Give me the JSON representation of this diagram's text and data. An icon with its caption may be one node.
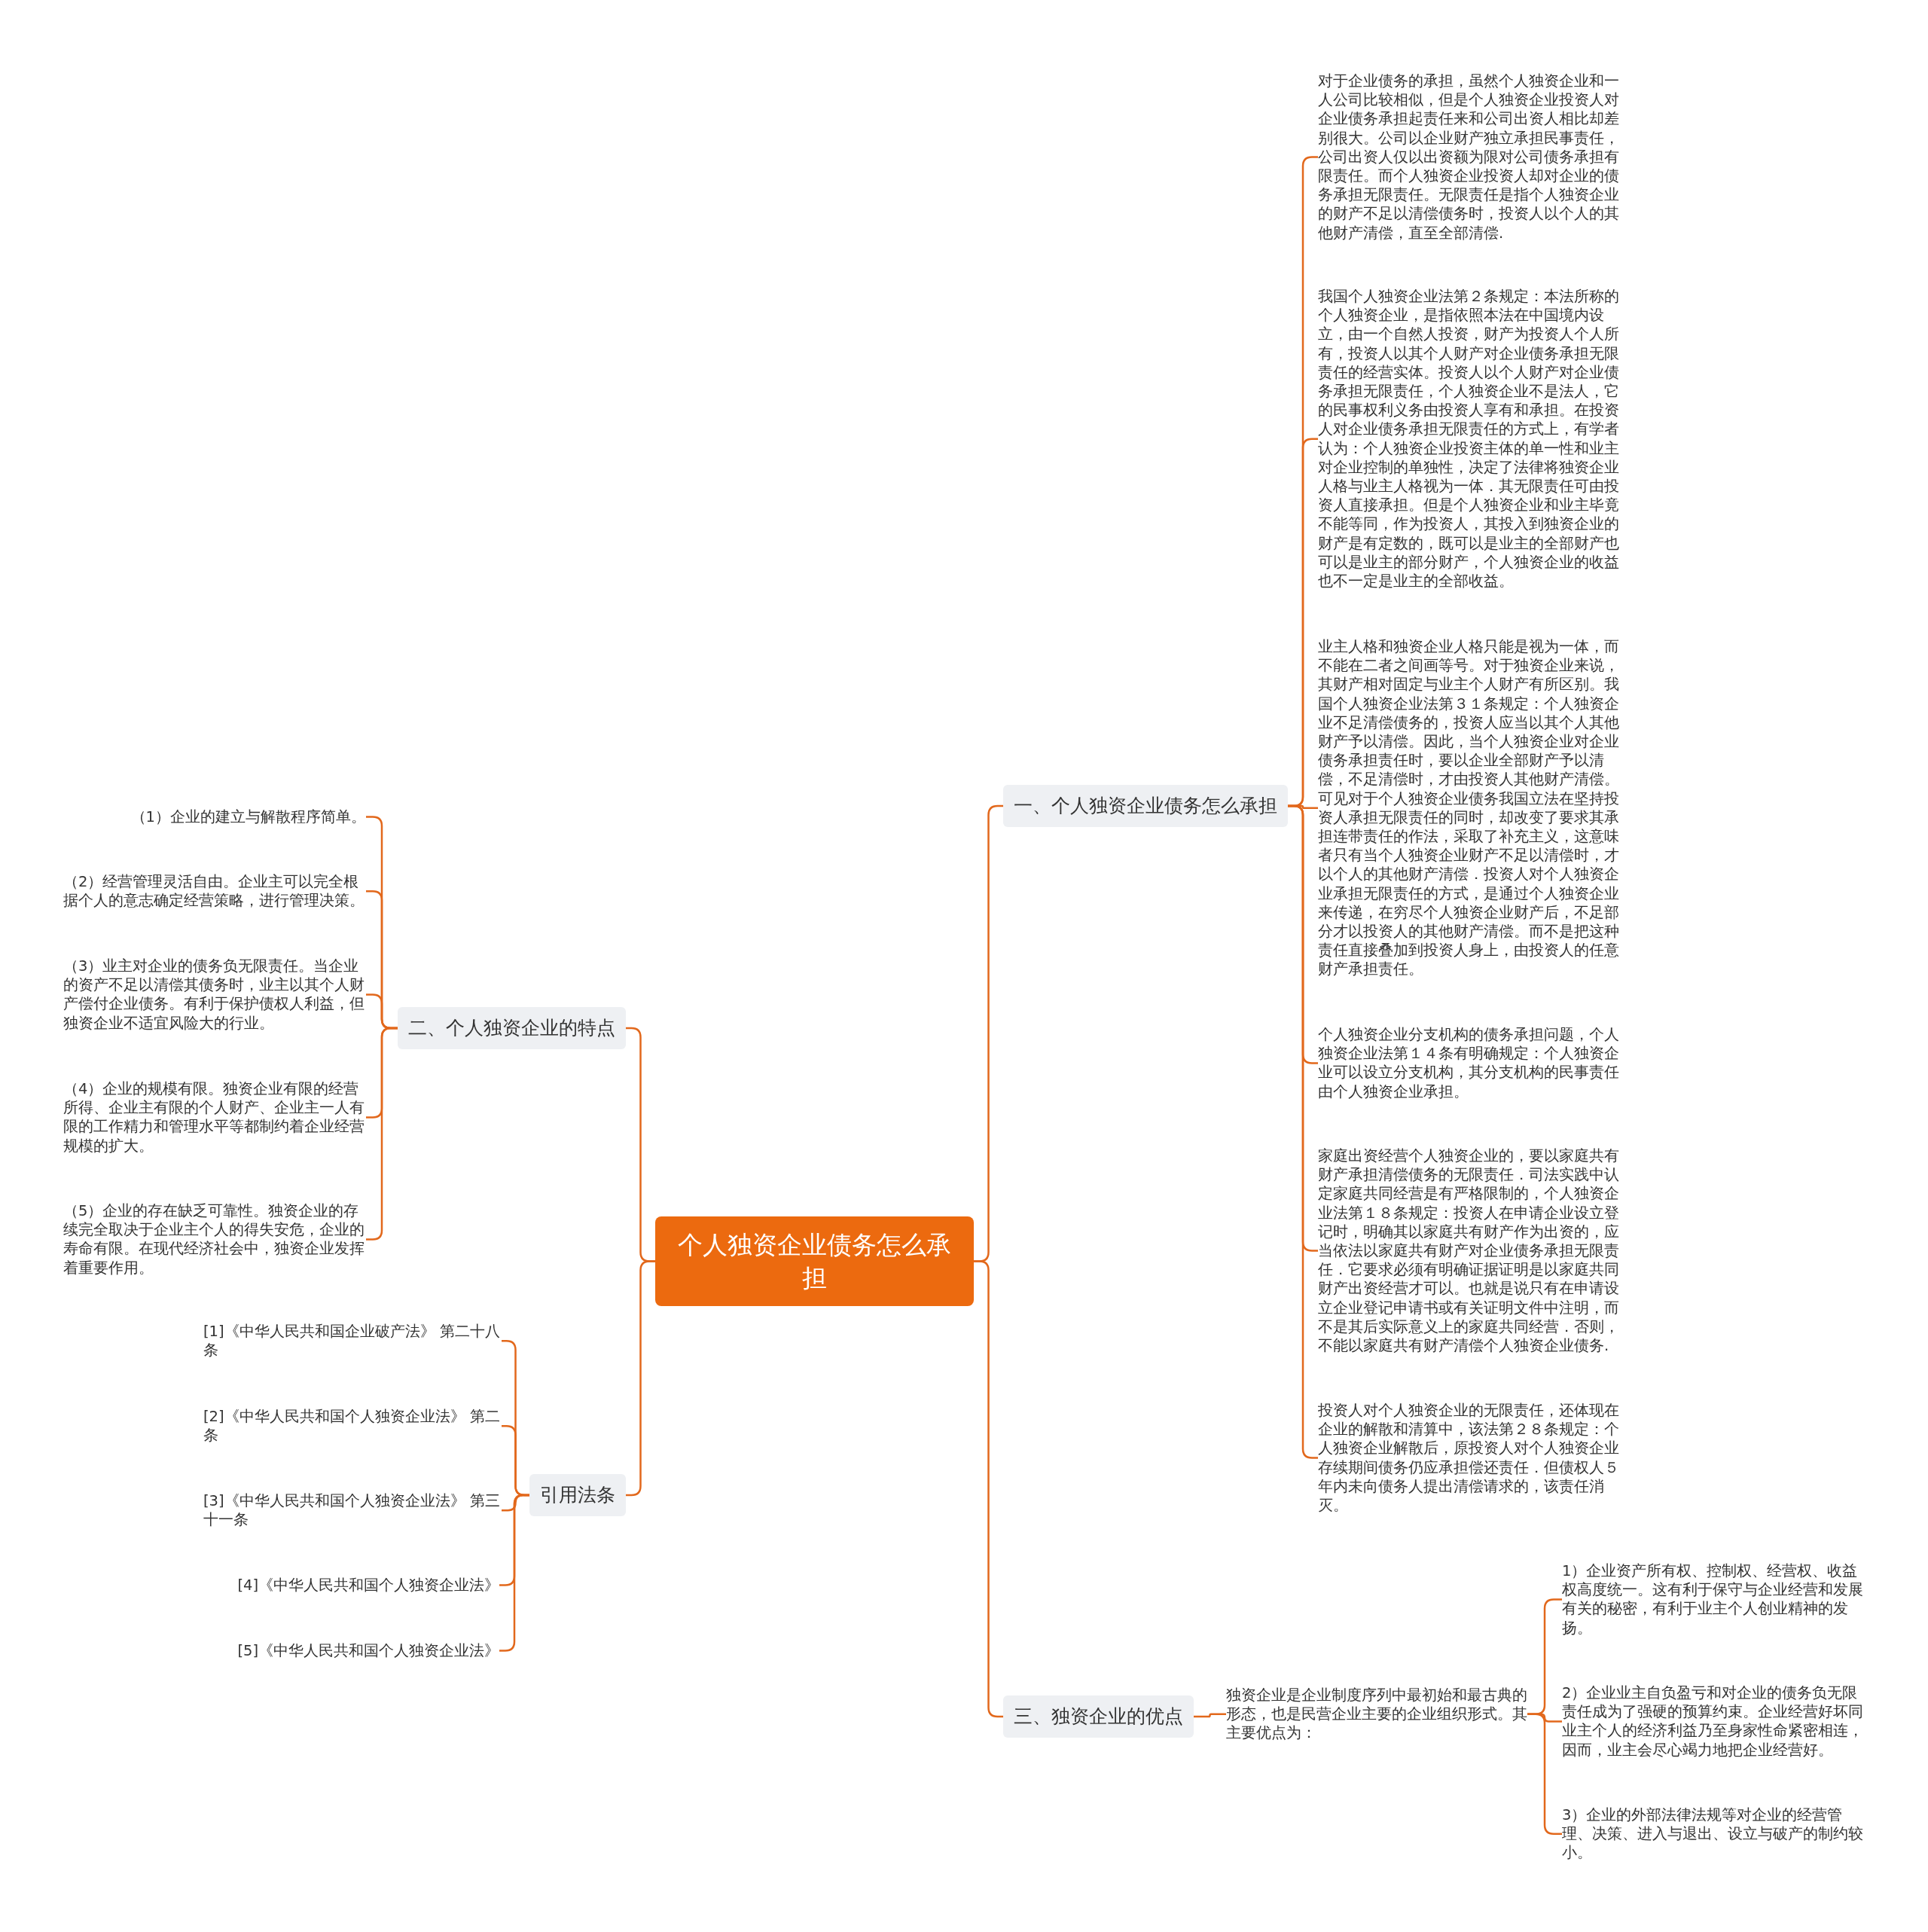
{
  "diagram": {
    "nodes": [
      {
        "text": [
          "个人独资企业债务怎么承担"
        ]
      },
      {
        "text": [
          "一、个人独资企业债务怎么承担"
        ]
      },
      {
        "text": [
          "对于企业债务的承担，虽然个人独资企业和一人公司比较相似，但是个人独资企业投资人对企业债务承担起责任来和公司出资人相比却差别很大。公司以企业财产独立承担民事责任，公司出资人仅以出资额为限对公司债务承担有限责任。而个人独资企业投资人却对企业的债务承担无限责任。无限责任是指个人独资企业的财产不足以清偿债务时，投资人以个人的其他财产清偿，直至全部清偿."
        ]
      },
      {
        "text": [
          "我国个人独资企业法第２条规定：本法所称的个人独资企业，是指依照本法在中国境内设立，由一个自然人投资，财产为投资人个人所有，投资人以其个人财产对企业债务承担无限责任的经营实体。投资人以个人财产对企业债务承担无限责任，个人独资企业不是法人，它的民事权利义务由投资人享有和承担。在投资人对企业债务承担无限责任的方式上，有学者认为：个人独资企业投资主体的单一性和业主对企业控制的单独性，决定了法律将独资企业人格与业主人格视为一体．其无限责任可由投资人直接承担。但是个人独资企业和业主毕竟不能等同，作为投资人，其投入到独资企业的财产是有定数的，既可以是业主的全部财产也可以是业主的部分财产，个人独资企业的收益也不一定是业主的全部收益。"
        ]
      },
      {
        "text": [
          "业主人格和独资企业人格只能是视为一体，而不能在二者之间画等号。对于独资企业来说，其财产相对固定与业主个人财产有所区别。我国个人独资企业法第３１条规定：个人独资企业不足清偿债务的，投资人应当以其个人其他财产予以清偿。因此，当个人独资企业对企业债务承担责任时，要以企业全部财产予以清偿，不足清偿时，才由投资人其他财产清偿。可见对于个人独资企业债务我国立法在坚持投资人承担无限责任的同时，却改变了要求其承担连带责任的作法，采取了补充主义，这意味者只有当个人独资企业财产不足以清偿时，才以个人的其他财产清偿．投资人对个人独资企业承担无限责任的方式，是通过个人独资企业来传递，在穷尽个人独资企业财产后，不足部分才以投资人的其他财产清偿。而不是把这种责任直接叠加到投资人身上，由投资人的任意财产承担责任。"
        ]
      },
      {
        "text": [
          "个人独资企业分支机构的债务承担问题，个人独资企业法第１４条有明确规定：个人独资企业可以设立分支机构，其分支机构的民事责任由个人独资企业承担。"
        ]
      },
      {
        "text": [
          "家庭出资经营个人独资企业的，要以家庭共有财产承担清偿债务的无限责任．司法实践中认定家庭共同经营是有严格限制的，个人独资企业法第１８条规定：投资人在申请企业设立登记时，明确其以家庭共有财产作为出资的，应当依法以家庭共有财产对企业债务承担无限责任．它要求必须有明确证据证明是以家庭共同财产出资经营才可以。也就是说只有在申请设立企业登记申请书或有关证明文件中注明，而不是其后实际意义上的家庭共同经营．否则，不能以家庭共有财产清偿个人独资企业债务."
        ]
      },
      {
        "text": [
          "投资人对个人独资企业的无限责任，还体现在企业的解散和清算中，该法第２８条规定：个人独资企业解散后，原投资人对个人独资企业存续期间债务仍应承担偿还责任．但债权人５年内未向债务人提出清偿请求的，该责任消灭。"
        ]
      },
      {
        "text": [
          "三、独资企业的优点"
        ]
      },
      {
        "text": [
          "独资企业是企业制度序列中最初始和最古典的形态，也是民营企业主要的企业组织形式。其主要优点为："
        ]
      },
      {
        "text": [
          "1）企业资产所有权、控制权、经营权、收益权高度统一。这有利于保守与企业经营和发展有关的秘密，有利于业主个人创业精神的发扬。"
        ]
      },
      {
        "text": [
          "2）企业业主自负盈亏和对企业的债务负无限责任成为了强硬的预算约束。企业经营好坏同业主个人的经济利益乃至身家性命紧密相连，因而，业主会尽心竭力地把企业经营好。"
        ]
      },
      {
        "text": [
          "3）企业的外部法律法规等对企业的经营管理、决策、进入与退出、设立与破产的制约较小。"
        ]
      },
      {
        "text": [
          "二、个人独资企业的特点"
        ]
      },
      {
        "text": [
          "（1）企业的建立与解散程序简单。"
        ]
      },
      {
        "text": [
          "（2）经营管理灵活自由。企业主可以完全根据个人的意志确定经营策略，进行管理决策。"
        ]
      },
      {
        "text": [
          "（3）业主对企业的债务负无限责任。当企业的资产不足以清偿其债务时，业主以其个人财产偿付企业债务。有利于保护债权人利益，但独资企业不适宜风险大的行业。"
        ]
      },
      {
        "text": [
          "（4）企业的规模有限。独资企业有限的经营所得、企业主有限的个人财产、企业主一人有限的工作精力和管理水平等都制约着企业经营规模的扩大。"
        ]
      },
      {
        "text": [
          "（5）企业的存在缺乏可靠性。独资企业的存续完全取决于企业主个人的得失安危，企业的寿命有限。在现代经济社会中，独资企业发挥着重要作用。"
        ]
      },
      {
        "text": [
          "引用法条"
        ]
      },
      {
        "text": [
          "[1]《中华人民共和国企业破产法》 第二十八条"
        ]
      },
      {
        "text": [
          "[2]《中华人民共和国个人独资企业法》 第二条"
        ]
      },
      {
        "text": [
          "[3]《中华人民共和国个人独资企业法》 第三十一条"
        ]
      },
      {
        "text": [
          "[4]《中华人民共和国个人独资企业法》"
        ]
      },
      {
        "text": [
          "[5]《中华人民共和国个人独资企业法》"
        ]
      }
    ],
    "edges": [
      {
        "from": 0,
        "to": 1,
        "arrow": "none"
      },
      {
        "from": 1,
        "to": 2,
        "arrow": "none"
      },
      {
        "from": 1,
        "to": 3,
        "arrow": "none"
      },
      {
        "from": 1,
        "to": 4,
        "arrow": "none"
      },
      {
        "from": 1,
        "to": 5,
        "arrow": "none"
      },
      {
        "from": 1,
        "to": 6,
        "arrow": "none"
      },
      {
        "from": 1,
        "to": 7,
        "arrow": "none"
      },
      {
        "from": 0,
        "to": 8,
        "arrow": "none"
      },
      {
        "from": 8,
        "to": 9,
        "arrow": "none"
      },
      {
        "from": 9,
        "to": 10,
        "arrow": "none"
      },
      {
        "from": 9,
        "to": 11,
        "arrow": "none"
      },
      {
        "from": 9,
        "to": 12,
        "arrow": "none"
      },
      {
        "from": 0,
        "to": 13,
        "arrow": "none"
      },
      {
        "from": 13,
        "to": 14,
        "arrow": "none"
      },
      {
        "from": 13,
        "to": 15,
        "arrow": "none"
      },
      {
        "from": 13,
        "to": 16,
        "arrow": "none"
      },
      {
        "from": 13,
        "to": 17,
        "arrow": "none"
      },
      {
        "from": 13,
        "to": 18,
        "arrow": "none"
      },
      {
        "from": 0,
        "to": 19,
        "arrow": "none"
      },
      {
        "from": 19,
        "to": 20,
        "arrow": "none"
      },
      {
        "from": 19,
        "to": 21,
        "arrow": "none"
      },
      {
        "from": 19,
        "to": 22,
        "arrow": "none"
      },
      {
        "from": 19,
        "to": 23,
        "arrow": "none"
      },
      {
        "from": 19,
        "to": 24,
        "arrow": "none"
      }
    ]
  }
}
